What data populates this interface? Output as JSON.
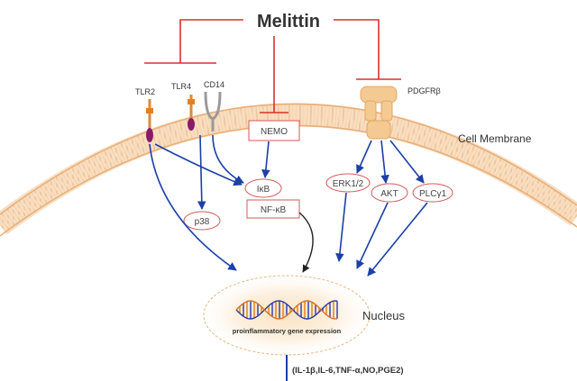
{
  "title": "Melittin",
  "receptors": {
    "tlr2": "TLR2",
    "tlr4": "TLR4",
    "cd14": "CD14",
    "pdgfr": "PDGFRβ"
  },
  "membrane_label": "Cell Membrane",
  "nodes": {
    "nemo": "NEMO",
    "ikb": "IκB",
    "nfkb": "NF-κB",
    "p38": "p38",
    "erk": "ERK1/2",
    "akt": "AKT",
    "plcg": "PLCγ1"
  },
  "nucleus": {
    "label": "Nucleus",
    "gene_expression": "proinflammatory gene expression"
  },
  "output": "(IL-1β,IL-6,TNF-α,NO,PGE2)",
  "colors": {
    "inhibit": "#d9302a",
    "activate": "#1c3fa8",
    "membrane": "#f3c493",
    "node_border": "#d45a5a"
  }
}
